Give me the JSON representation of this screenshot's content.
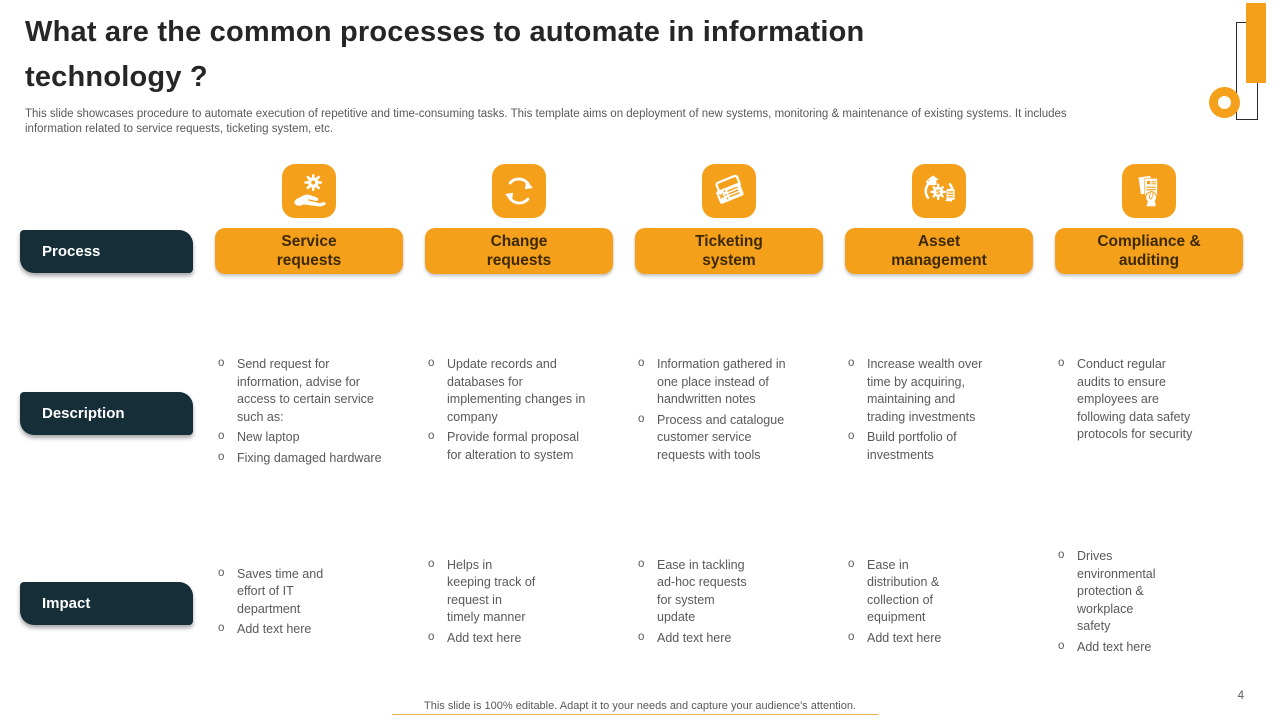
{
  "slide": {
    "title": "What are the common processes to automate in information technology ?",
    "subtitle": "This slide showcases procedure to automate execution of repetitive and time-consuming tasks. This template aims on deployment of new systems, monitoring & maintenance of existing systems. It includes information related to service requests, ticketing system, etc.",
    "footer": "This slide is 100% editable. Adapt it to your needs and capture your audience's attention.",
    "page_number": "4"
  },
  "colors": {
    "accent_orange": "#F5A01B",
    "dark_navy": "#152E38",
    "button_text": "#3D2900",
    "body_text": "#595959"
  },
  "row_labels": {
    "process": "Process",
    "description": "Description",
    "impact": "Impact"
  },
  "columns": [
    {
      "icon": "hand-gear-icon",
      "header": "Service\nrequests",
      "description": [
        "Send request for\ninformation, advise for\naccess to certain service\nsuch as:",
        "New laptop",
        "Fixing damaged hardware"
      ],
      "impact": [
        "Saves time and\neffort of IT\ndepartment",
        "Add text here"
      ]
    },
    {
      "icon": "sync-arrows-icon",
      "header": "Change\nrequests",
      "description": [
        "Update records and\ndatabases for\nimplementing changes in\ncompany",
        "Provide formal proposal\nfor alteration to system"
      ],
      "impact": [
        "Helps in\nkeeping track of\nrequest in\ntimely manner",
        "Add text here"
      ]
    },
    {
      "icon": "tickets-icon",
      "header": "Ticketing\nsystem",
      "description": [
        "Information gathered in\none place instead of\nhandwritten notes",
        "Process and catalogue\ncustomer service\nrequests with tools"
      ],
      "impact": [
        "Ease in tackling\nad-hoc requests\nfor system\nupdate",
        "Add text here"
      ]
    },
    {
      "icon": "asset-cycle-icon",
      "header": "Asset\nmanagement",
      "description": [
        "Increase wealth over\ntime by acquiring,\nmaintaining and\ntrading investments",
        "Build portfolio of\ninvestments"
      ],
      "impact": [
        "Ease in\ndistribution &\ncollection of\nequipment",
        "Add text here"
      ]
    },
    {
      "icon": "audit-document-icon",
      "header": "Compliance &\nauditing",
      "description": [
        "Conduct regular\naudits to ensure\nemployees are\nfollowing data safety\nprotocols for security"
      ],
      "impact": [
        "Drives\nenvironmental\nprotection &\nworkplace\nsafety",
        "Add text here"
      ]
    }
  ]
}
